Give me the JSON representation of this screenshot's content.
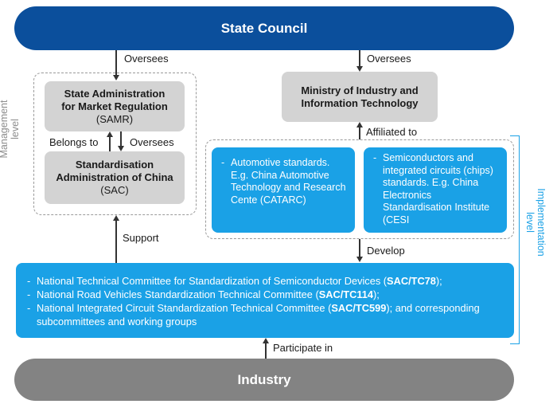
{
  "state_council": "State Council",
  "industry": "Industry",
  "samr": {
    "line1": "State Administration",
    "line2": "for Market Regulation",
    "line3": "(SAMR)"
  },
  "sac": {
    "line1": "Standardisation",
    "line2": "Administration of China",
    "line3": "(SAC)"
  },
  "miit": {
    "line1": "Ministry of Industry and",
    "line2": "Information Technology"
  },
  "catarc": {
    "dash": "-",
    "text": "Automotive standards. E.g. China Automotive Technology and Research Cente (CATARC)"
  },
  "cesi": {
    "dash": "-",
    "text": "Semiconductors and integrated circuits (chips) standards. E.g. China Electronics Standardisation Institute (CESI"
  },
  "committees": [
    {
      "dash": "-",
      "text": "National Technical Committee for Standardization of Semiconductor Devices ",
      "code": "SAC/TC78",
      "suffix": ");",
      "prefix": "("
    },
    {
      "dash": "-",
      "text": "National Road Vehicles Standardization Technical Committee ",
      "code": "SAC/TC114",
      "suffix": ");",
      "prefix": "("
    },
    {
      "dash": "-",
      "text": "National Integrated Circuit Standardization Technical Committee ",
      "code": "SAC/TC599",
      "suffix": "); and corresponding subcommittees and working groups",
      "prefix": "("
    }
  ],
  "labels": {
    "oversees_left": "Oversees",
    "oversees_right": "Oversees",
    "belongs_to": "Belongs to",
    "oversees_inner": "Oversees",
    "affiliated_to": "Affiliated to",
    "support": "Support",
    "develop": "Develop",
    "participate_in": "Participate in"
  },
  "side_labels": {
    "management": "Management level",
    "implementation": "Implementation level"
  },
  "colors": {
    "dark_blue": "#0b4f9c",
    "light_blue": "#1aa1e6",
    "grey_box": "#d3d3d3",
    "industry_grey": "#838383"
  }
}
